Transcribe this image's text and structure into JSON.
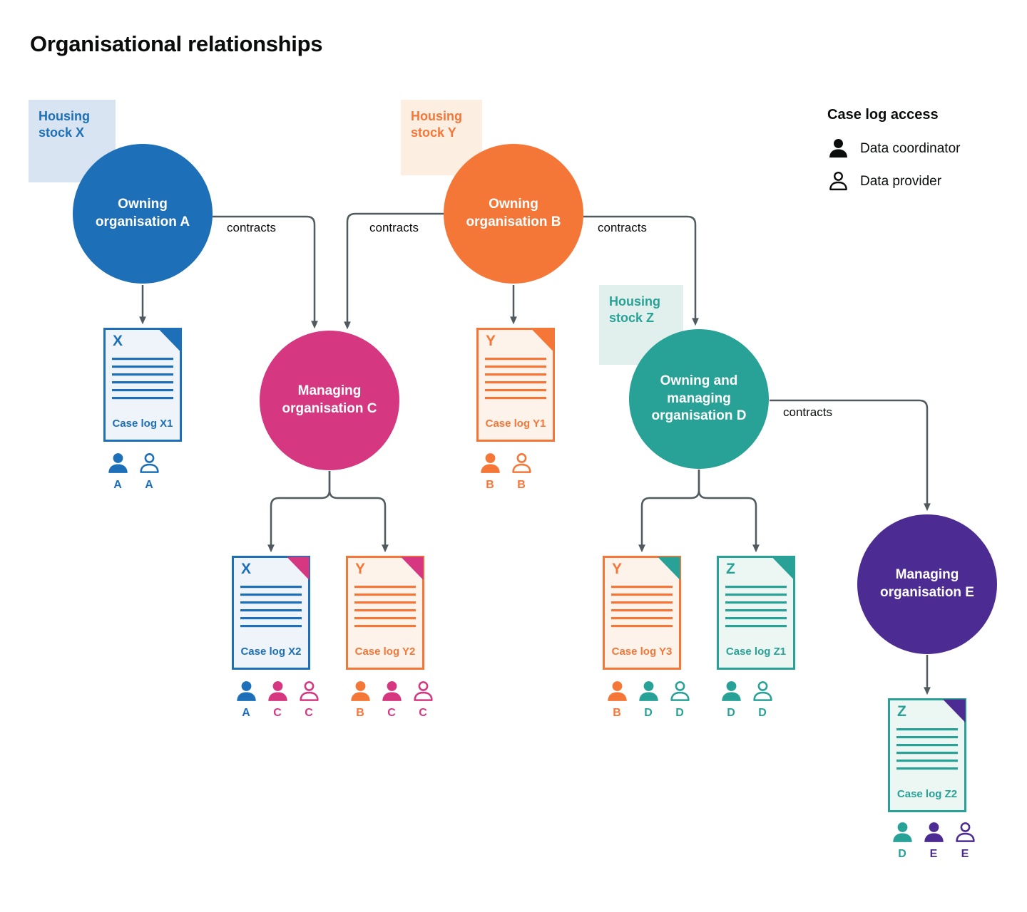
{
  "title": "Organisational relationships",
  "legend": {
    "title": "Case log access",
    "items": [
      {
        "icon": "person-filled-icon",
        "label": "Data coordinator"
      },
      {
        "icon": "person-outline-icon",
        "label": "Data provider"
      }
    ]
  },
  "housing_stocks": [
    {
      "id": "X",
      "label": "Housing stock X",
      "color_name": "blue"
    },
    {
      "id": "Y",
      "label": "Housing stock Y",
      "color_name": "orange"
    },
    {
      "id": "Z",
      "label": "Housing stock Z",
      "color_name": "teal"
    }
  ],
  "organisations": [
    {
      "id": "A",
      "label": "Owning organisation A",
      "color_name": "blue"
    },
    {
      "id": "B",
      "label": "Owning organisation B",
      "color_name": "orange"
    },
    {
      "id": "C",
      "label": "Managing organisation C",
      "color_name": "pink"
    },
    {
      "id": "D",
      "label": "Owning and managing organisation D",
      "color_name": "teal"
    },
    {
      "id": "E",
      "label": "Managing organisation E",
      "color_name": "purple"
    }
  ],
  "contracts_labels": [
    "contracts",
    "contracts",
    "contracts",
    "contracts"
  ],
  "relationships": [
    {
      "from": "Owning organisation A",
      "to": "Case log X1",
      "type": "owns-case-log"
    },
    {
      "from": "Owning organisation A",
      "to": "Managing organisation C",
      "type": "contracts"
    },
    {
      "from": "Owning organisation B",
      "to": "Managing organisation C",
      "type": "contracts"
    },
    {
      "from": "Owning organisation B",
      "to": "Case log Y1",
      "type": "owns-case-log"
    },
    {
      "from": "Owning organisation B",
      "to": "Owning and managing organisation D",
      "type": "contracts"
    },
    {
      "from": "Managing organisation C",
      "to": "Case log X2",
      "type": "manages-case-log"
    },
    {
      "from": "Managing organisation C",
      "to": "Case log Y2",
      "type": "manages-case-log"
    },
    {
      "from": "Owning and managing organisation D",
      "to": "Case log Y3",
      "type": "manages-case-log"
    },
    {
      "from": "Owning and managing organisation D",
      "to": "Case log Z1",
      "type": "manages-case-log"
    },
    {
      "from": "Owning and managing organisation D",
      "to": "Managing organisation E",
      "type": "contracts"
    },
    {
      "from": "Managing organisation E",
      "to": "Case log Z2",
      "type": "manages-case-log"
    }
  ],
  "case_logs": [
    {
      "letter": "X",
      "caption": "Case log X1",
      "doc_color": "blue",
      "fold_color": "blue",
      "access": [
        {
          "letter": "A",
          "role": "coordinator",
          "color": "blue"
        },
        {
          "letter": "A",
          "role": "provider",
          "color": "blue"
        }
      ]
    },
    {
      "letter": "Y",
      "caption": "Case log Y1",
      "doc_color": "orange",
      "fold_color": "orange",
      "access": [
        {
          "letter": "B",
          "role": "coordinator",
          "color": "orange"
        },
        {
          "letter": "B",
          "role": "provider",
          "color": "orange"
        }
      ]
    },
    {
      "letter": "X",
      "caption": "Case log X2",
      "doc_color": "blue",
      "fold_color": "pink",
      "access": [
        {
          "letter": "A",
          "role": "coordinator",
          "color": "blue"
        },
        {
          "letter": "C",
          "role": "coordinator",
          "color": "pink"
        },
        {
          "letter": "C",
          "role": "provider",
          "color": "pink"
        }
      ]
    },
    {
      "letter": "Y",
      "caption": "Case log Y2",
      "doc_color": "orange",
      "fold_color": "pink",
      "access": [
        {
          "letter": "B",
          "role": "coordinator",
          "color": "orange"
        },
        {
          "letter": "C",
          "role": "coordinator",
          "color": "pink"
        },
        {
          "letter": "C",
          "role": "provider",
          "color": "pink"
        }
      ]
    },
    {
      "letter": "Y",
      "caption": "Case log Y3",
      "doc_color": "orange",
      "fold_color": "teal",
      "access": [
        {
          "letter": "B",
          "role": "coordinator",
          "color": "orange"
        },
        {
          "letter": "D",
          "role": "coordinator",
          "color": "teal"
        },
        {
          "letter": "D",
          "role": "provider",
          "color": "teal"
        }
      ]
    },
    {
      "letter": "Z",
      "caption": "Case log Z1",
      "doc_color": "teal",
      "fold_color": "teal",
      "access": [
        {
          "letter": "D",
          "role": "coordinator",
          "color": "teal"
        },
        {
          "letter": "D",
          "role": "provider",
          "color": "teal"
        }
      ]
    },
    {
      "letter": "Z",
      "caption": "Case log Z2",
      "doc_color": "teal",
      "fold_color": "purple",
      "access": [
        {
          "letter": "D",
          "role": "coordinator",
          "color": "teal"
        },
        {
          "letter": "E",
          "role": "coordinator",
          "color": "purple"
        },
        {
          "letter": "E",
          "role": "provider",
          "color": "purple"
        }
      ]
    }
  ],
  "colors": {
    "blue": "#1d70b8",
    "orange": "#f47738",
    "pink": "#d53880",
    "teal": "#28a197",
    "purple": "#4c2c92",
    "text": "#0b0c0c",
    "line_gray": "#505a5f",
    "blue_tint": "#eef4fa",
    "orange_tint": "#fef3eb",
    "teal_tint": "#ecf6f3",
    "blue_box": "#d8e4f1",
    "orange_box": "#fdeee2",
    "teal_box": "#e1f0ec"
  }
}
